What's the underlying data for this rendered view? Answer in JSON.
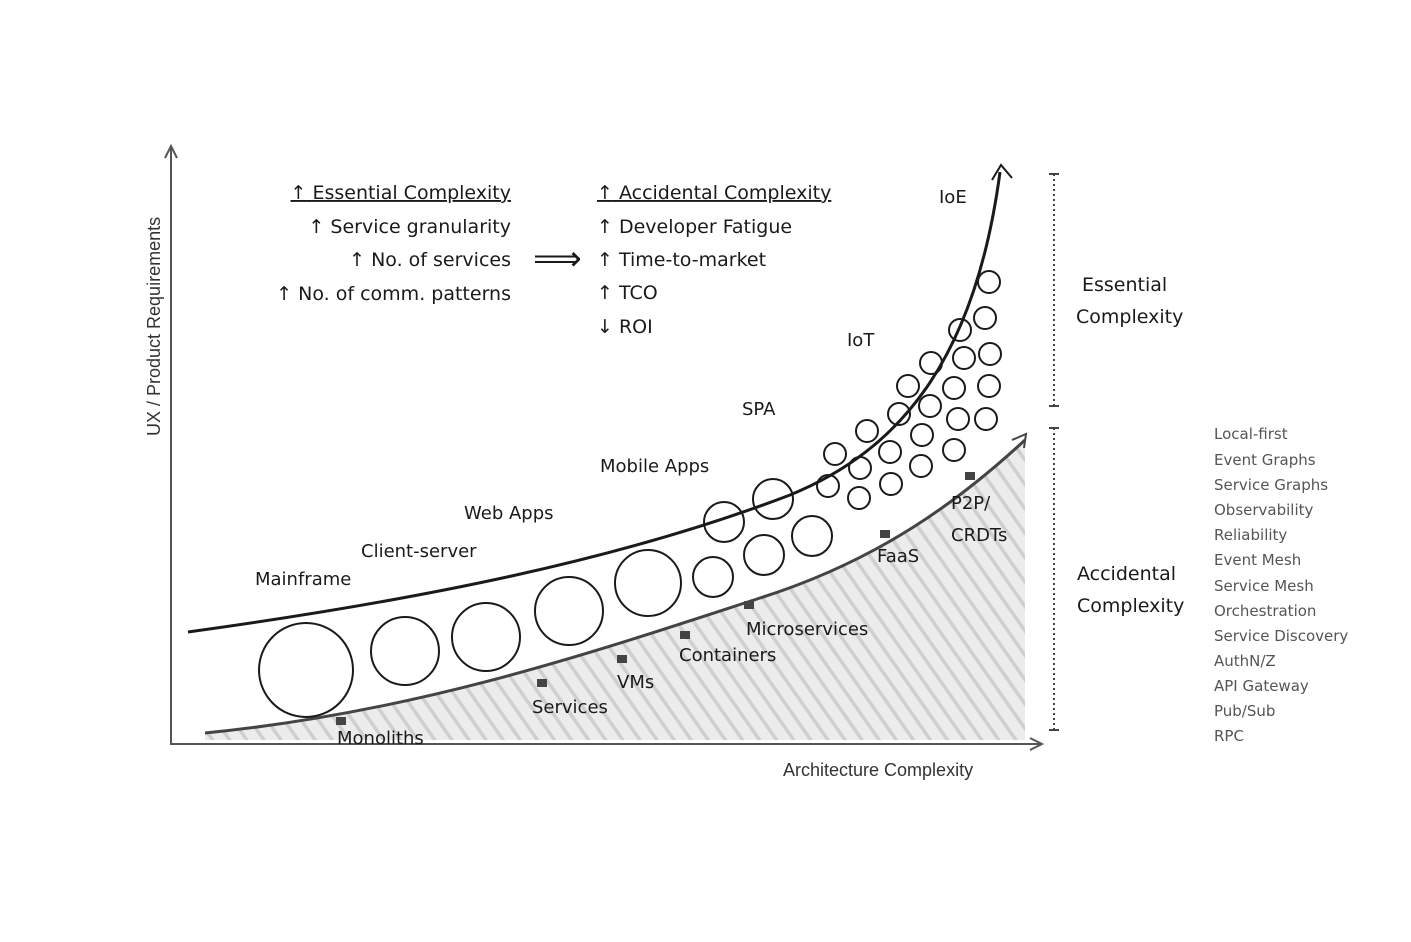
{
  "axes": {
    "y_label": "UX / Product Requirements",
    "x_label": "Architecture Complexity"
  },
  "essential_list": {
    "heading_arrow": "↑",
    "heading": "Essential Complexity",
    "items": [
      {
        "arrow": "↑",
        "text": "Service granularity"
      },
      {
        "arrow": "↑",
        "text": "No. of services"
      },
      {
        "arrow": "↑",
        "text": "No. of comm. patterns"
      }
    ]
  },
  "implies_symbol": "⟹",
  "accidental_list": {
    "heading_arrow": "↑",
    "heading": "Accidental Complexity",
    "items": [
      {
        "arrow": "↑",
        "text": "Developer Fatigue"
      },
      {
        "arrow": "↑",
        "text": "Time-to-market"
      },
      {
        "arrow": "↑",
        "text": "TCO"
      },
      {
        "arrow": "↓",
        "text": "ROI"
      }
    ]
  },
  "eras": {
    "mainframe": "Mainframe",
    "client_server": "Client-server",
    "web_apps": "Web Apps",
    "mobile_apps": "Mobile Apps",
    "spa": "SPA",
    "iot": "IoT",
    "ioe": "IoE"
  },
  "architectures": {
    "monoliths": "Monoliths",
    "services": "Services",
    "vms": "VMs",
    "containers": "Containers",
    "microservices": "Microservices",
    "faas": "FaaS",
    "p2p_line1": "P2P/",
    "p2p_line2": "CRDTs"
  },
  "brackets": {
    "essential_line1": "Essential",
    "essential_line2": "Complexity",
    "accidental_line1": "Accidental",
    "accidental_line2": "Complexity"
  },
  "concerns": [
    "Local-first",
    "Event Graphs",
    "Service Graphs",
    "Observability",
    "Reliability",
    "Event Mesh",
    "Service Mesh",
    "Orchestration",
    "Service Discovery",
    "AuthN/Z",
    "API Gateway",
    "Pub/Sub",
    "RPC"
  ],
  "colors": {
    "ink": "#1a1a1a",
    "hatch": "#cfcfcf",
    "hatch_bg": "#ececec",
    "marker": "#444444"
  }
}
